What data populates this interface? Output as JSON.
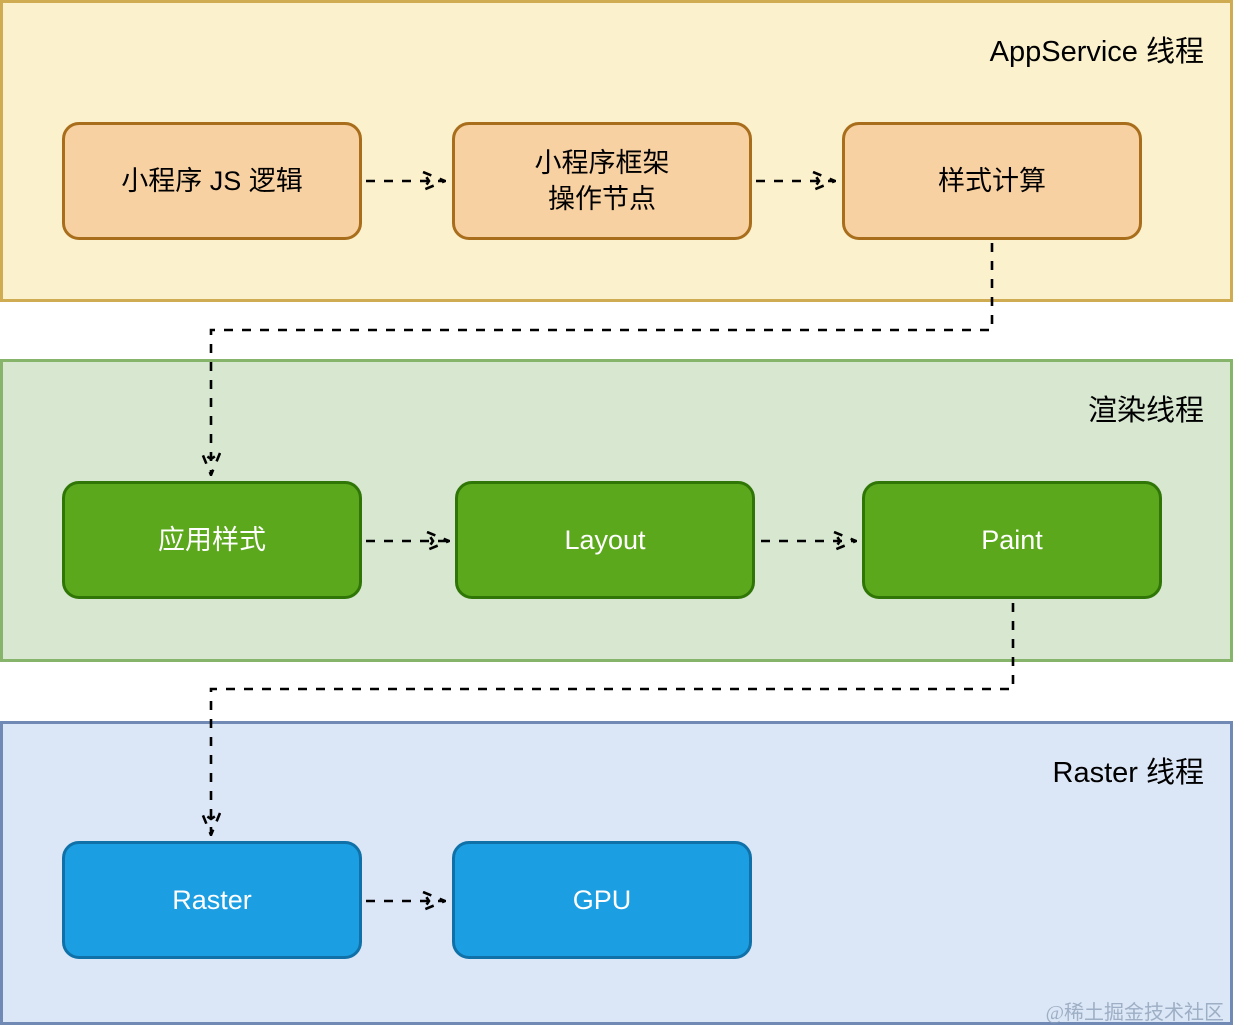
{
  "lanes": [
    {
      "id": "appservice",
      "title": "AppService 线程",
      "nodes": [
        {
          "label": "小程序 JS 逻辑"
        },
        {
          "label": "小程序框架\n操作节点"
        },
        {
          "label": "样式计算"
        }
      ]
    },
    {
      "id": "render",
      "title": "渲染线程",
      "nodes": [
        {
          "label": "应用样式"
        },
        {
          "label": "Layout"
        },
        {
          "label": "Paint"
        }
      ]
    },
    {
      "id": "raster",
      "title": "Raster 线程",
      "nodes": [
        {
          "label": "Raster"
        },
        {
          "label": "GPU"
        }
      ]
    }
  ],
  "edges": [
    {
      "from": "小程序 JS 逻辑",
      "to": "小程序框架 操作节点",
      "style": "dashed-arrow"
    },
    {
      "from": "小程序框架 操作节点",
      "to": "样式计算",
      "style": "dashed-arrow"
    },
    {
      "from": "样式计算",
      "to": "应用样式",
      "style": "dashed-arrow"
    },
    {
      "from": "应用样式",
      "to": "Layout",
      "style": "dashed-arrow"
    },
    {
      "from": "Layout",
      "to": "Paint",
      "style": "dashed-arrow"
    },
    {
      "from": "Paint",
      "to": "Raster",
      "style": "dashed-arrow"
    },
    {
      "from": "Raster",
      "to": "GPU",
      "style": "dashed-arrow"
    }
  ],
  "watermark": "@稀土掘金技术社区",
  "colors": {
    "lane_app_fill": "#FBF1CD",
    "lane_app_stroke": "#CFAC52",
    "node_app_fill": "#F8D1A2",
    "node_app_stroke": "#A96E1C",
    "node_app_text": "#000000",
    "lane_render_fill": "#D7E7D0",
    "lane_render_stroke": "#85B46A",
    "node_render_fill": "#5CA81D",
    "node_render_stroke": "#2F7607",
    "node_render_text": "#FFFFFF",
    "lane_raster_fill": "#DBE7F7",
    "lane_raster_stroke": "#7089B5",
    "node_raster_fill": "#1C9EE2",
    "node_raster_stroke": "#1071A8",
    "node_raster_text": "#FFFFFF",
    "edge_color": "#000000",
    "watermark_color": "#8FA0B8"
  }
}
